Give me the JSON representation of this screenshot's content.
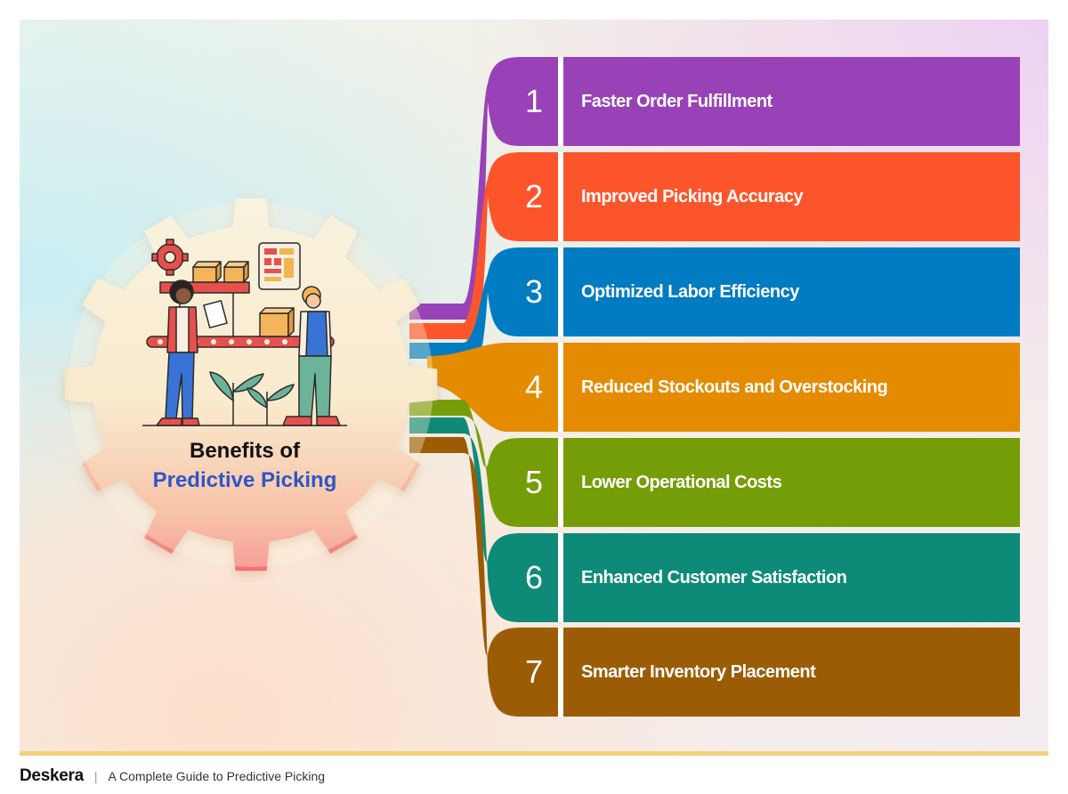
{
  "title": {
    "line1": "Benefits of",
    "line2": "Predictive Picking"
  },
  "items": [
    {
      "number": "1",
      "label": "Faster Order Fulfillment",
      "color": "#9942b7"
    },
    {
      "number": "2",
      "label": "Improved Picking Accuracy",
      "color": "#fd552b"
    },
    {
      "number": "3",
      "label": "Optimized Labor Efficiency",
      "color": "#017bc1"
    },
    {
      "number": "4",
      "label": "Reduced Stockouts and Overstocking",
      "color": "#e58b00"
    },
    {
      "number": "5",
      "label": "Lower Operational Costs",
      "color": "#759d08"
    },
    {
      "number": "6",
      "label": "Enhanced Customer Satisfaction",
      "color": "#0e8b78"
    },
    {
      "number": "7",
      "label": "Smarter Inventory Placement",
      "color": "#9b5c05"
    }
  ],
  "footer": {
    "brand": "Deskera",
    "separator": "|",
    "subtitle": "A Complete Guide to Predictive Picking"
  },
  "colors": {
    "title_accent": "#2f56c6",
    "gear_top": "#f8f1d8",
    "gear_bottom": "#f47676",
    "footer_line": "#f2d27a"
  }
}
